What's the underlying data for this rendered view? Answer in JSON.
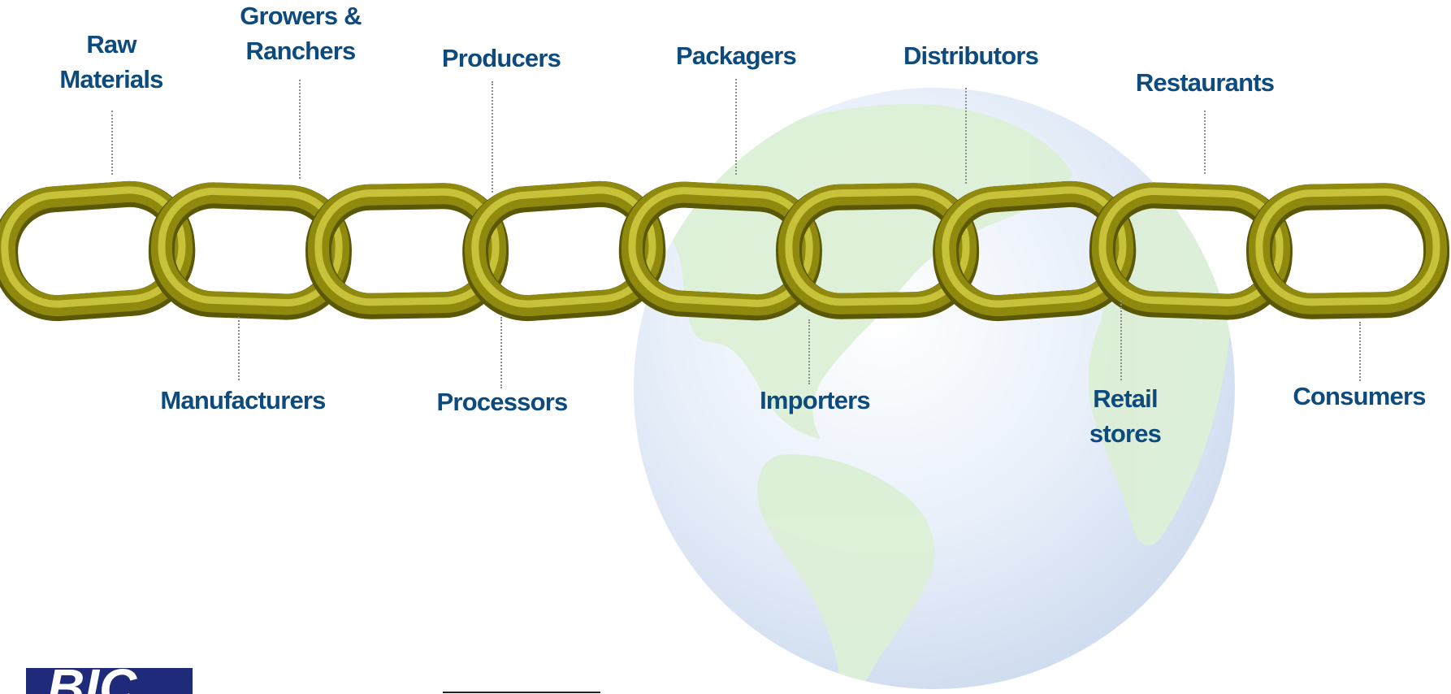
{
  "diagram": {
    "stages_top": [
      {
        "lines": [
          "Raw",
          "Materials"
        ]
      },
      {
        "lines": [
          "Growers &",
          "Ranchers"
        ]
      },
      {
        "lines": [
          "Producers"
        ]
      },
      {
        "lines": [
          "Packagers"
        ]
      },
      {
        "lines": [
          "Distributors"
        ]
      },
      {
        "lines": [
          "Restaurants"
        ]
      }
    ],
    "stages_bottom": [
      {
        "lines": [
          "Manufacturers"
        ]
      },
      {
        "lines": [
          "Processors"
        ]
      },
      {
        "lines": [
          "Importers"
        ]
      },
      {
        "lines": [
          "Retail",
          "stores"
        ]
      },
      {
        "lines": [
          "Consumers"
        ]
      }
    ],
    "chain_link_count": 9,
    "colors": {
      "label_text": "#0d4a7e",
      "chain_gold": "#8f8a0e",
      "chain_highlight": "#c7c23a",
      "chain_shadow": "#5a5706",
      "leader_line": "#8c8c8c",
      "globe_ocean": "#dfe9f7",
      "globe_land": "#dcefd6"
    }
  },
  "logo": {
    "text": "BIC",
    "color": "#1f2a7a"
  }
}
